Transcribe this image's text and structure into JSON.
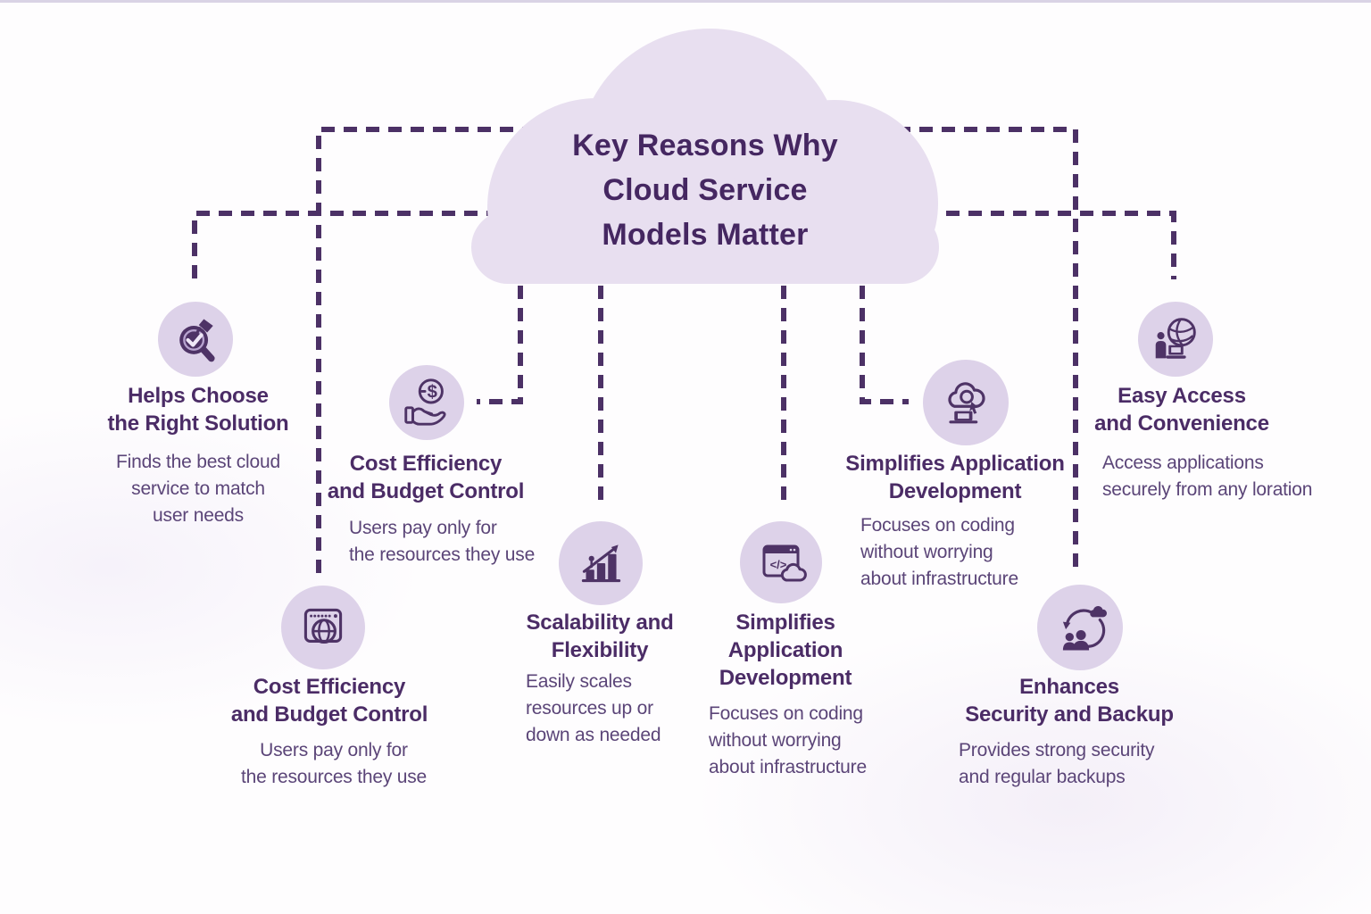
{
  "cloud": {
    "title": "Key Reasons Why\nCloud Service\nModels Matter"
  },
  "items": [
    {
      "icon": "target-check-icon",
      "title": "Helps Choose\nthe Right Solution",
      "desc": "Finds the best cloud\nservice to match\nuser needs"
    },
    {
      "icon": "dollar-hand-icon",
      "title": "Cost Efficiency\nand Budget Control",
      "desc": "Users pay only for\nthe resources they use"
    },
    {
      "icon": "browser-globe-icon",
      "title": "Cost Efficiency\nand Budget Control",
      "desc": "Users pay only for\nthe resources they use"
    },
    {
      "icon": "growth-chart-icon",
      "title": "Scalability and\nFlexibility",
      "desc": "Easily scales\nresources up or\ndown as needed"
    },
    {
      "icon": "code-window-icon",
      "title": "Simplifies\nApplication\nDevelopment",
      "desc": "Focuses on coding\nwithout worrying\nabout infrastructure"
    },
    {
      "icon": "cloud-search-icon",
      "title": "Simplifies Application\nDevelopment",
      "desc": "Focuses on coding\nwithout worrying\nabout infrastructure"
    },
    {
      "icon": "globe-user-icon",
      "title": "Easy Access\nand Convenience",
      "desc": "Access applications\nsecurely from any loration"
    },
    {
      "icon": "people-sync-icon",
      "title": "Enhances\nSecurity and Backup",
      "desc": "Provides strong security\nand regular backups"
    }
  ],
  "glyphs": {
    "dollar": "$",
    "code": "</>"
  },
  "colors": {
    "accent_line": "#4c3166",
    "cloud_fill": "#e8dff0",
    "icon_bg": "#ddd2e9",
    "heading_text": "#4b2c66",
    "body_text": "#5b4578",
    "icon_stroke": "#4e3366"
  }
}
